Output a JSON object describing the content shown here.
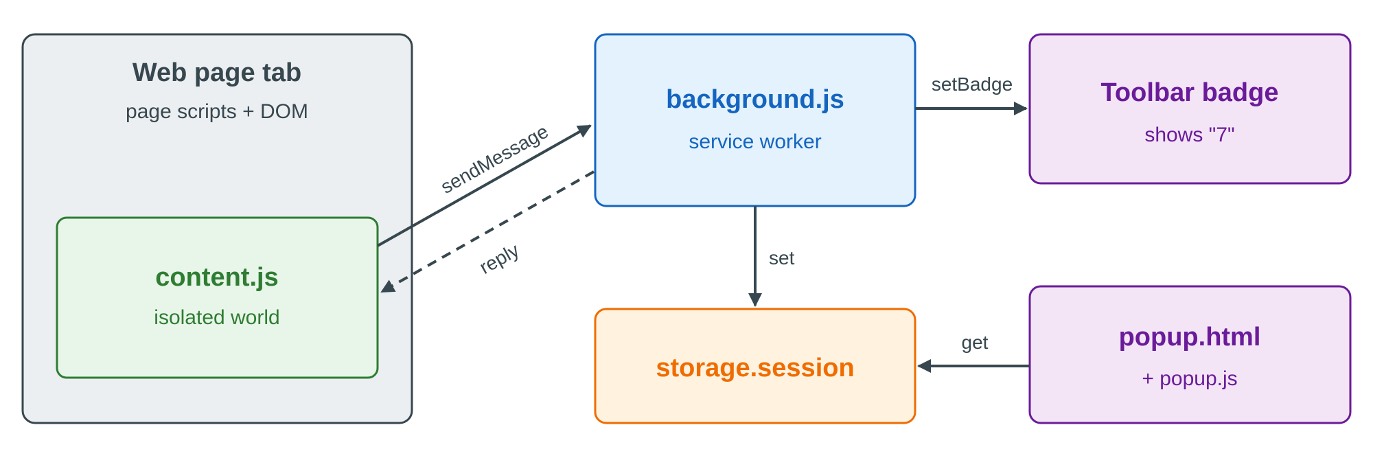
{
  "nodes": {
    "webpage": {
      "title": "Web page tab",
      "subtitle": "page scripts + DOM"
    },
    "content": {
      "title": "content.js",
      "subtitle": "isolated world"
    },
    "background": {
      "title": "background.js",
      "subtitle": "service worker"
    },
    "badge": {
      "title": "Toolbar badge",
      "subtitle": "shows \"7\""
    },
    "storage": {
      "title": "storage.session"
    },
    "popup": {
      "title": "popup.html",
      "subtitle": "+ popup.js"
    }
  },
  "edges": {
    "send_message": "sendMessage",
    "reply": "reply",
    "set_badge": "setBadge",
    "set": "set",
    "get": "get"
  },
  "colors": {
    "webpage_fill": "#eceff1",
    "webpage_stroke": "#37474f",
    "webpage_text": "#37474f",
    "content_fill": "#e8f5e9",
    "content_stroke": "#2e7d32",
    "content_text": "#2e7d32",
    "background_fill": "#e3f2fd",
    "background_stroke": "#1565c0",
    "background_text": "#1565c0",
    "badge_fill": "#f3e5f5",
    "badge_stroke": "#6a1b9a",
    "badge_text": "#6a1b9a",
    "storage_fill": "#fff3e0",
    "storage_stroke": "#ef6c00",
    "storage_text": "#ef6c00",
    "arrow": "#37474f"
  }
}
